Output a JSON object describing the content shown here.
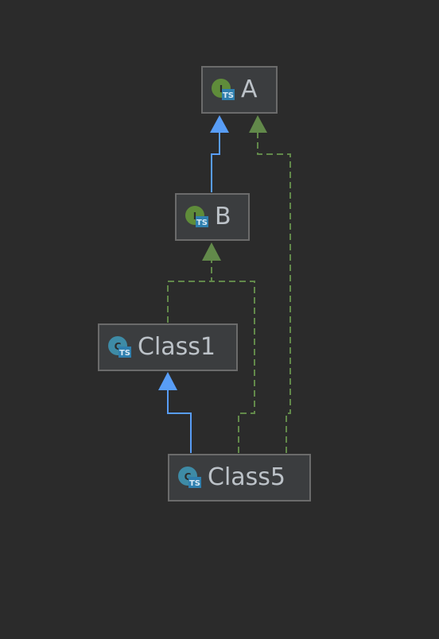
{
  "diagram": {
    "colors": {
      "background": "#2b2b2b",
      "node_fill": "#3b3d3f",
      "node_border": "#6b6b6b",
      "label": "#bcc2c8",
      "extends_edge": "#589df6",
      "implements_edge": "#62894a",
      "interface_icon": "#5f8c3a",
      "class_icon": "#3e8ba6",
      "ts_badge": "#2f7fae"
    },
    "nodes": {
      "a": {
        "label": "A",
        "kind": "interface",
        "icon": "interface-icon",
        "badge": "TS"
      },
      "b": {
        "label": "B",
        "kind": "interface",
        "icon": "interface-icon",
        "badge": "TS"
      },
      "class1": {
        "label": "Class1",
        "kind": "class",
        "icon": "class-icon",
        "badge": "TS"
      },
      "class5": {
        "label": "Class5",
        "kind": "class",
        "icon": "class-icon",
        "badge": "TS"
      }
    },
    "edges": [
      {
        "from": "B",
        "to": "A",
        "type": "extends",
        "style": "solid"
      },
      {
        "from": "Class1",
        "to": "B",
        "type": "implements",
        "style": "dashed"
      },
      {
        "from": "Class5",
        "to": "Class1",
        "type": "extends",
        "style": "solid"
      },
      {
        "from": "Class5",
        "to": "B",
        "type": "implements",
        "style": "dashed"
      },
      {
        "from": "Class5",
        "to": "A",
        "type": "implements",
        "style": "dashed"
      }
    ]
  }
}
